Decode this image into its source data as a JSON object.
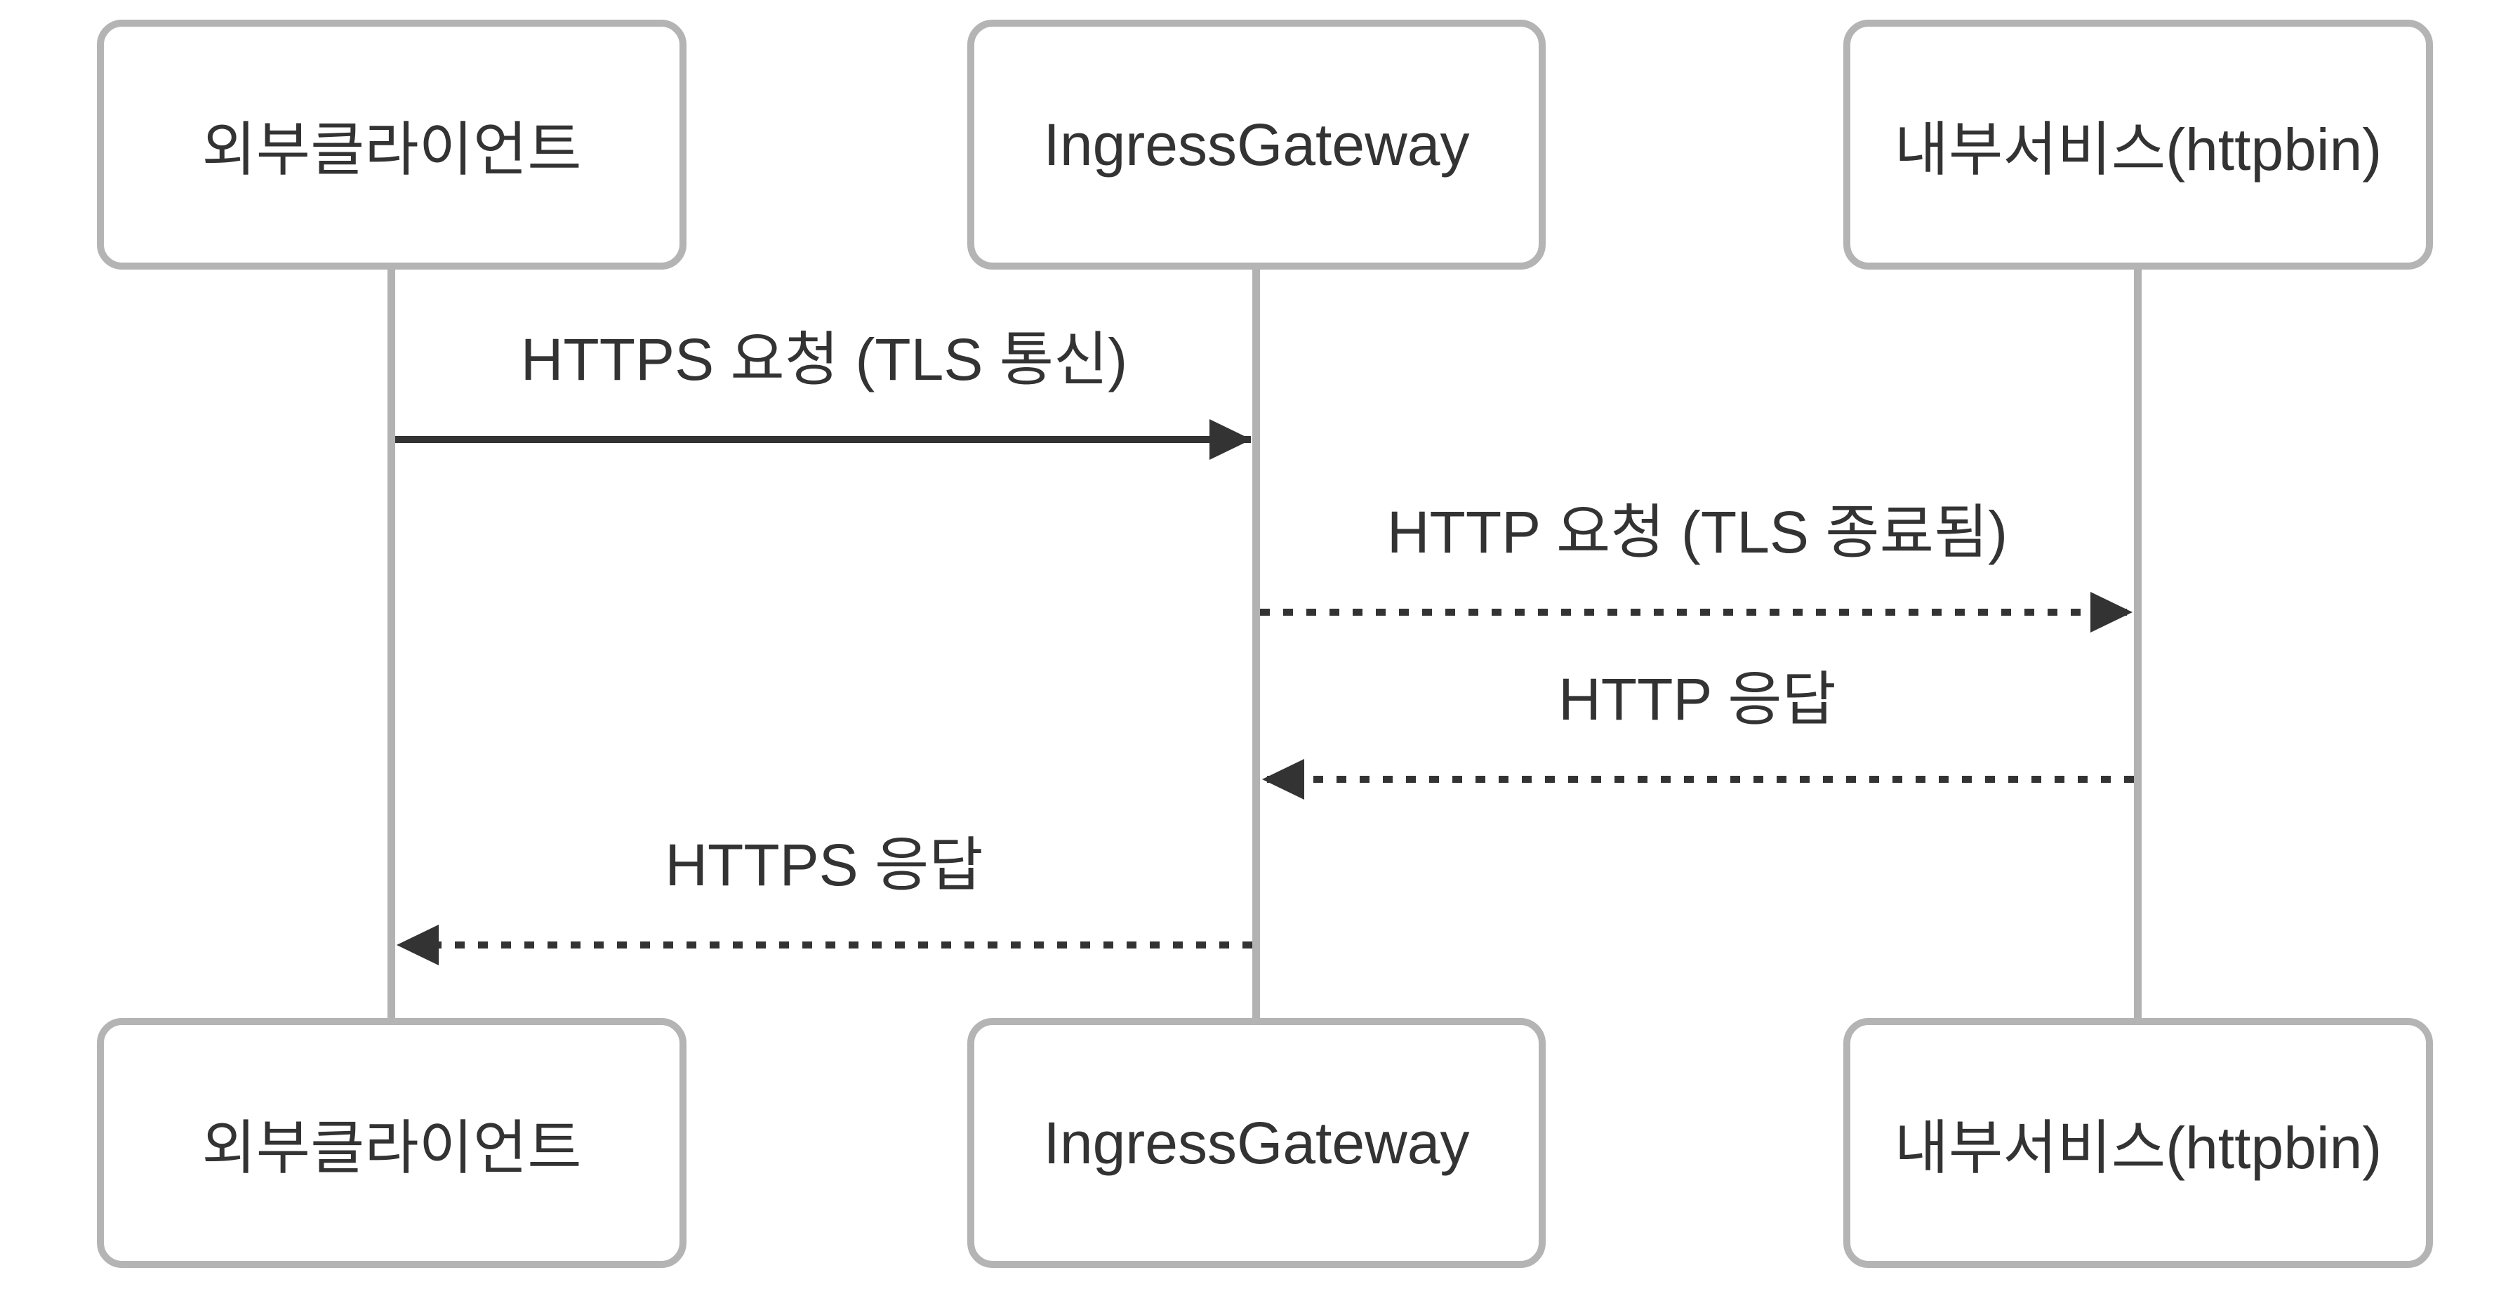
{
  "diagram_type": "sequence",
  "actors": [
    {
      "id": "external-client",
      "label": "외부클라이언트"
    },
    {
      "id": "ingress-gateway",
      "label": "IngressGateway"
    },
    {
      "id": "internal-service",
      "label": "내부서비스(httpbin)"
    }
  ],
  "messages": [
    {
      "from": "external-client",
      "to": "ingress-gateway",
      "label": "HTTPS 요청 (TLS 통신)",
      "line_style": "solid",
      "direction": "right"
    },
    {
      "from": "ingress-gateway",
      "to": "internal-service",
      "label": "HTTP 요청 (TLS 종료됨)",
      "line_style": "dotted",
      "direction": "right"
    },
    {
      "from": "internal-service",
      "to": "ingress-gateway",
      "label": "HTTP 응답",
      "line_style": "dotted",
      "direction": "left"
    },
    {
      "from": "ingress-gateway",
      "to": "external-client",
      "label": "HTTPS 응답",
      "line_style": "dotted",
      "direction": "left"
    }
  ],
  "colors": {
    "background": "#ffffff",
    "actor_fill": "#ffffff",
    "actor_border": "#b4b4b4",
    "lifeline": "#b2b2b2",
    "arrow": "#333333",
    "text": "#333333"
  }
}
